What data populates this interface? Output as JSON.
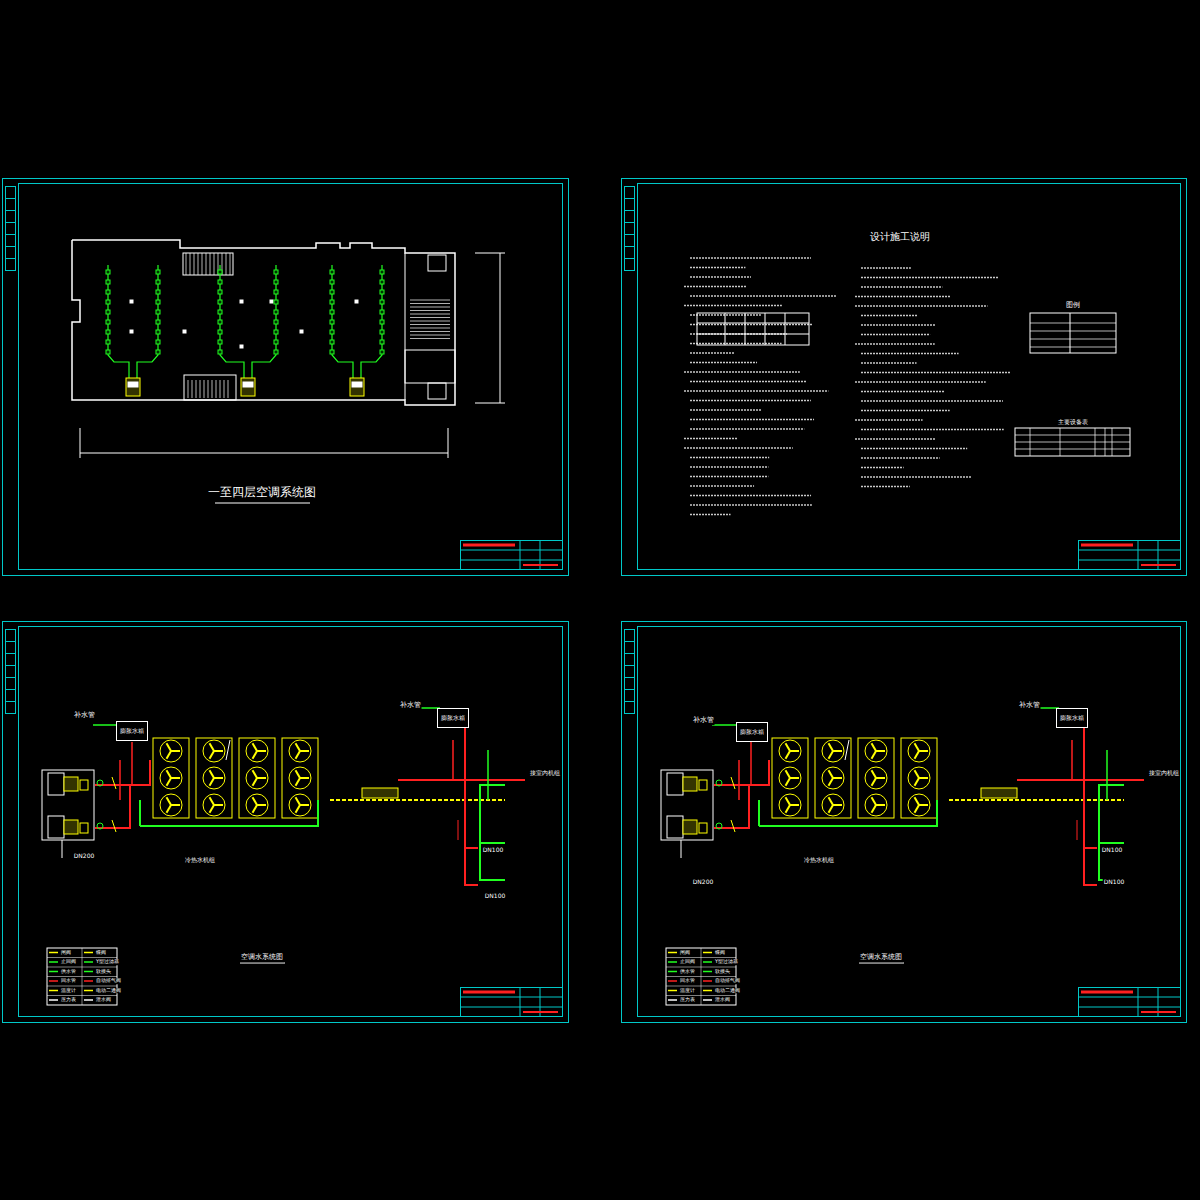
{
  "diagram": {
    "nodes": [
      {
        "text": [
          "膨胀水箱"
        ]
      },
      {
        "text": [
          "膨胀水箱"
        ]
      },
      {
        "text": [
          "膨胀水箱"
        ]
      },
      {
        "text": [
          "膨胀水箱"
        ]
      }
    ],
    "labels": [
      "一至四层空调系统图",
      "设计施工说明",
      "图例",
      "主要设备表",
      "补水管",
      "补水管",
      "补水管",
      "补水管",
      "空调水系统图",
      "空调水系统图",
      "DN200",
      "DN200",
      "DN100",
      "DN100",
      "DN100",
      "DN100",
      "接室内机组",
      "接室内机组",
      "冷热水机组",
      "冷热水机组"
    ],
    "legend": [
      {
        "text": "闸阀"
      },
      {
        "text": "止回阀"
      },
      {
        "text": "供水管"
      },
      {
        "text": "回水管"
      },
      {
        "text": "温度计"
      },
      {
        "text": "压力表"
      },
      {
        "text": "蝶阀"
      },
      {
        "text": "Y型过滤器"
      },
      {
        "text": "软接头"
      },
      {
        "text": "自动排气阀"
      },
      {
        "text": "电动二通阀"
      },
      {
        "text": "泄水阀"
      },
      {
        "text": "闸阀"
      },
      {
        "text": "止回阀"
      },
      {
        "text": "供水管"
      },
      {
        "text": "回水管"
      },
      {
        "text": "温度计"
      },
      {
        "text": "压力表"
      },
      {
        "text": "蝶阀"
      },
      {
        "text": "Y型过滤器"
      },
      {
        "text": "软接头"
      },
      {
        "text": "自动排气阀"
      },
      {
        "text": "电动二通阀"
      },
      {
        "text": "泄水阀"
      }
    ]
  }
}
